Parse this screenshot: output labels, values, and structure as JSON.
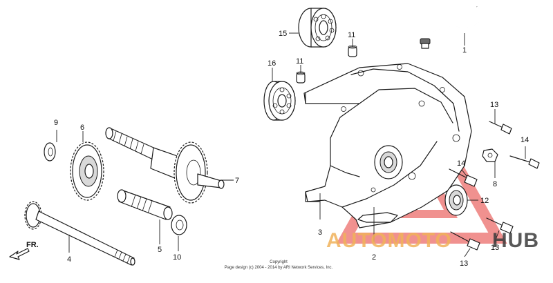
{
  "direction_label": "FR.",
  "callouts": {
    "c1": "1",
    "c2": "2",
    "c3": "3",
    "c4": "4",
    "c5": "5",
    "c6": "6",
    "c7": "7",
    "c8": "8",
    "c9": "9",
    "c10": "10",
    "c11a": "11",
    "c11b": "11",
    "c12": "12",
    "c13a": "13",
    "c13b": "13",
    "c13c": "13",
    "c14a": "14",
    "c14b": "14",
    "c15": "15",
    "c16": "16"
  },
  "copyright": {
    "line1": "Copyright",
    "line2": "Page design (c) 2004 - 2014 by ARI Network Services, Inc."
  },
  "watermark": {
    "part1": "AUTOMOTO",
    "part2": "HUB",
    "color1": "#f0b25a",
    "color2": "#3b3b3b",
    "triangle_color": "#e53935"
  }
}
